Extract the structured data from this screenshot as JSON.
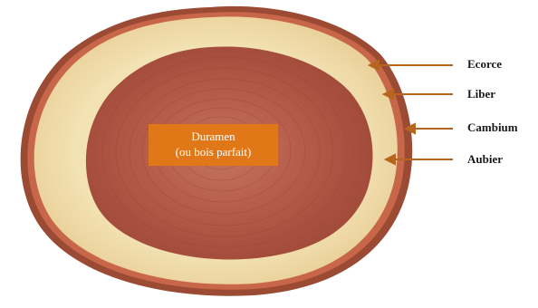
{
  "center_label": {
    "line1": "Duramen",
    "line2": "(ou bois parfait)"
  },
  "labels": [
    {
      "text": "Ecorce"
    },
    {
      "text": "Liber"
    },
    {
      "text": "Cambium"
    },
    {
      "text": "Aubier"
    }
  ],
  "colors": {
    "arrow": "#b5651d",
    "label_box": "#e07818",
    "heartwood": "#b85a48",
    "sapwood": "#f0dca8",
    "bark": "#8a3c28"
  }
}
